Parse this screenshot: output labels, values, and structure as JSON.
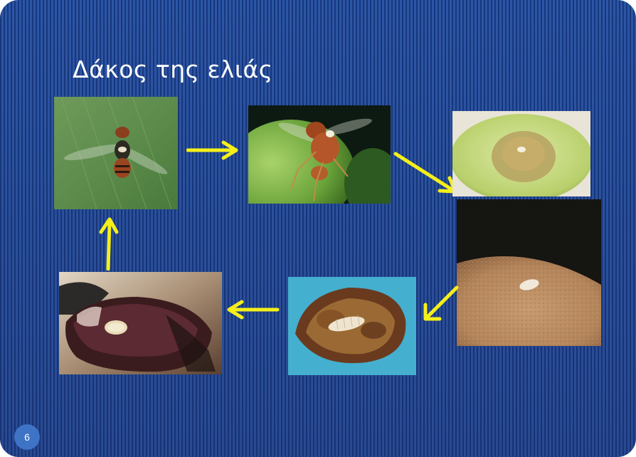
{
  "slide": {
    "title": "Δάκος της ελιάς",
    "page_number": "6"
  },
  "photos": [
    {
      "name": "adult-fly-on-leaf-photo"
    },
    {
      "name": "fly-on-olive-photo"
    },
    {
      "name": "olive-egg-puncture-photo"
    },
    {
      "name": "egg-under-olive-skin-photo"
    },
    {
      "name": "larva-in-olive-photo"
    },
    {
      "name": "pupa-in-dried-olive-photo"
    }
  ],
  "colors": {
    "background": "#2a4f9c",
    "arrow": "#f5ef1a",
    "page_badge": "#3e73c6",
    "title_text": "#ffffff"
  },
  "icons": [
    "arrow-right-icon",
    "arrow-down-right-icon",
    "arrow-down-left-icon",
    "arrow-left-icon",
    "arrow-up-icon"
  ]
}
